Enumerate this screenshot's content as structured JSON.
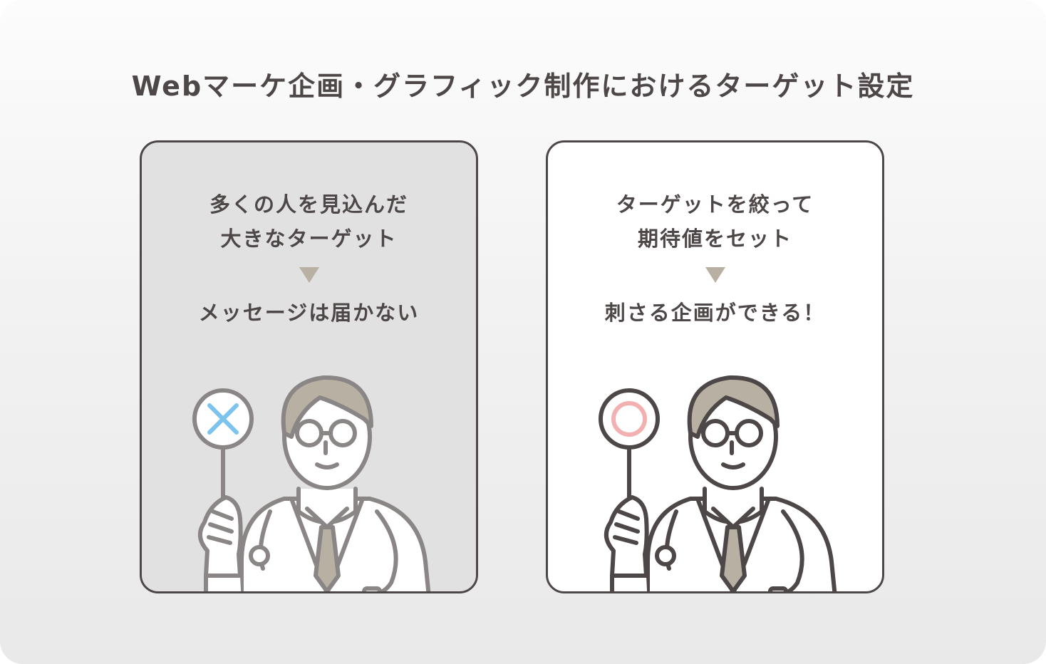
{
  "title": "Webマーケ企画・グラフィック制作におけるターゲット設定",
  "panels": [
    {
      "heading_line1": "多くの人を見込んだ",
      "heading_line2": "大きなターゲット",
      "result": "メッセージは届かない",
      "sign": "cross",
      "sign_icon": "cross-mark-icon",
      "sign_color": "#7cc4ee",
      "background": "#e1e1e1"
    },
    {
      "heading_line1": "ターゲットを絞って",
      "heading_line2": "期待値をセット",
      "result": "刺さる企画ができる！",
      "sign": "circle",
      "sign_icon": "circle-mark-icon",
      "sign_color": "#f2b0b0",
      "background": "#ffffff"
    }
  ],
  "colors": {
    "text": "#4d4747",
    "arrow": "#b8b0a2",
    "hair": "#b8b0a2",
    "tie": "#b8b0a2",
    "outline": "#4d4747",
    "outline_gray": "#8a8686"
  }
}
